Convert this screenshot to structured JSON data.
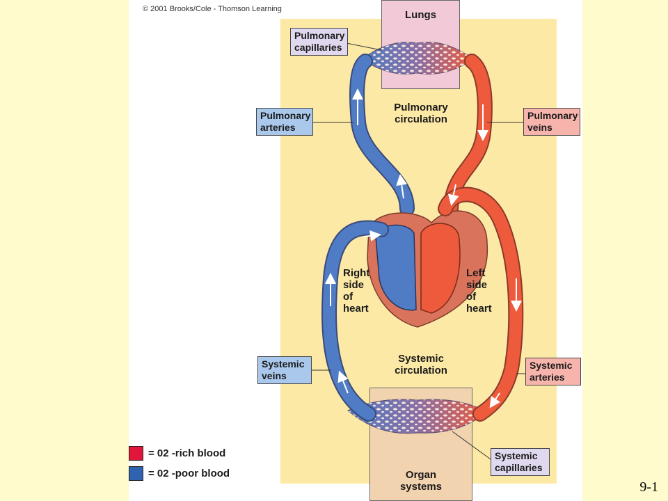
{
  "copyright": "© 2001 Brooks/Cole - Thomson Learning",
  "colors": {
    "oxygen_rich": "#ee5a3c",
    "oxygen_poor": "#4f7cc4",
    "capillary": "#8a6fa6",
    "heart_wall": "#d9735c",
    "background_panel": "#fde9a6"
  },
  "regions": {
    "lungs": "Lungs",
    "organ_systems": [
      "Organ",
      "systems"
    ]
  },
  "circulations": {
    "pulmonary": [
      "Pulmonary",
      "circulation"
    ],
    "systemic": [
      "Systemic",
      "circulation"
    ]
  },
  "heart_labels": {
    "right": [
      "Right",
      "side",
      "of",
      "heart"
    ],
    "left": [
      "Left",
      "side",
      "of",
      "heart"
    ]
  },
  "callouts": {
    "pulmonary_capillaries": [
      "Pulmonary",
      "capillaries"
    ],
    "pulmonary_arteries": [
      "Pulmonary",
      "arteries"
    ],
    "pulmonary_veins": [
      "Pulmonary",
      "veins"
    ],
    "systemic_veins": [
      "Systemic",
      "veins"
    ],
    "systemic_arteries": [
      "Systemic",
      "arteries"
    ],
    "systemic_capillaries": [
      "Systemic",
      "capillaries"
    ]
  },
  "legend": [
    {
      "color": "#e0163a",
      "label": "= 02 -rich blood"
    },
    {
      "color": "#2f63b0",
      "label": "= 02 -poor blood"
    }
  ],
  "page_number": "9-1"
}
